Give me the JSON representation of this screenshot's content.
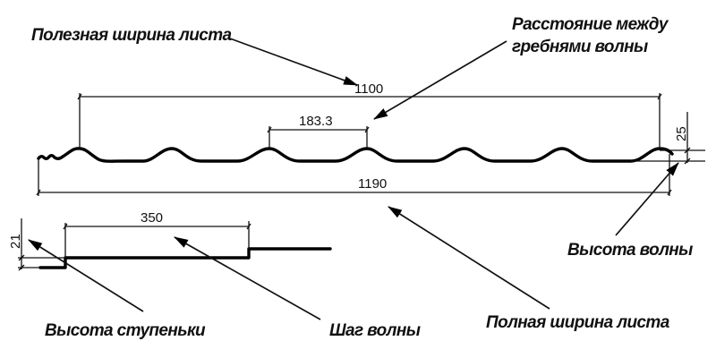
{
  "diagram": {
    "title_labels": {
      "useful_width": "Полезная ширина листа",
      "crest_distance_line1": "Расстояние между",
      "crest_distance_line2": "гребнями волны",
      "wave_height": "Высота волны",
      "full_width": "Полная ширина листа",
      "step_height": "Высота ступеньки",
      "wave_pitch": "Шаг волны"
    },
    "dimensions": {
      "useful_width": "1100",
      "crest_distance": "183.3",
      "full_width": "1190",
      "wave_height": "25",
      "wave_pitch": "350",
      "step_height": "21"
    },
    "colors": {
      "line": "#000000",
      "background": "#ffffff"
    }
  }
}
